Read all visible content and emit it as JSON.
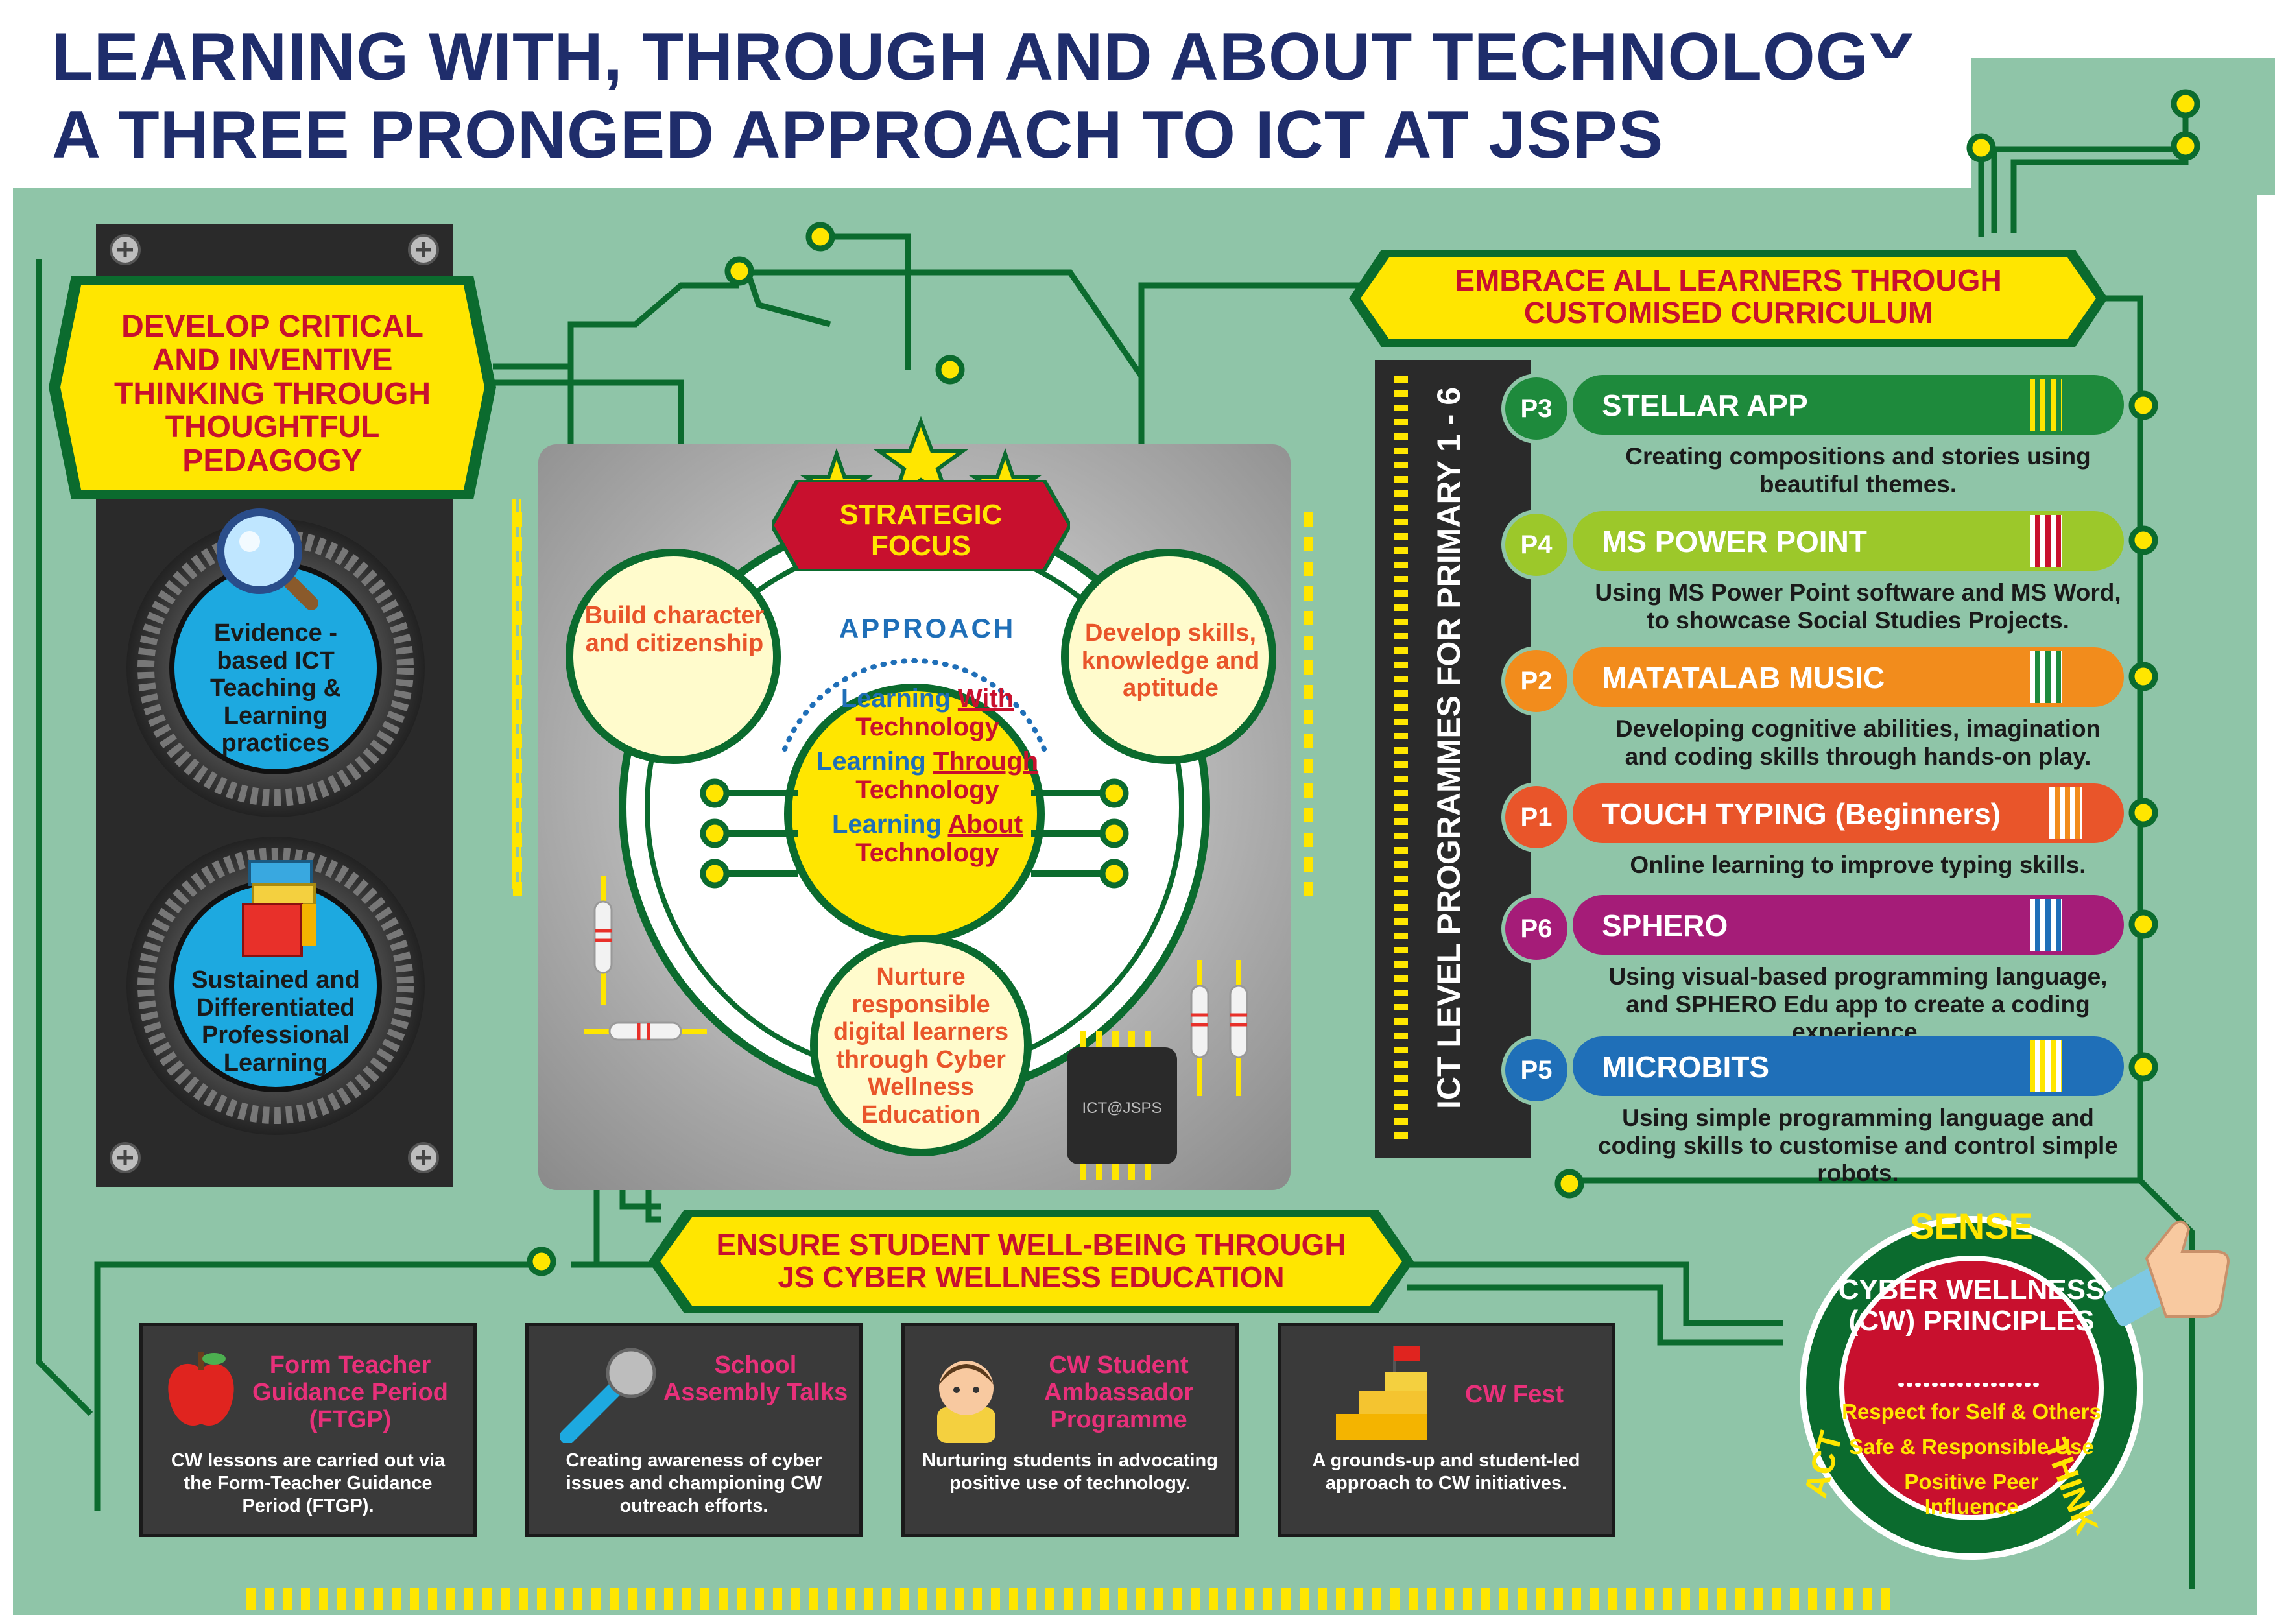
{
  "title": {
    "line1": "LEARNING WITH, THROUGH AND ABOUT TECHNOLOGY,",
    "line2": "A THREE PRONGED APPROACH TO ICT AT JSPS"
  },
  "left_banner": {
    "text": "DEVELOP CRITICAL AND INVENTIVE THINKING THROUGH THOUGHTFUL PEDAGOGY"
  },
  "left_items": [
    {
      "label": "Evidence -based ICT Teaching & Learning practices",
      "icon": "magnifier-icon"
    },
    {
      "label": "Sustained and Differentiated Professional Learning",
      "icon": "books-icon"
    }
  ],
  "center": {
    "strategic_focus": "STRATEGIC FOCUS",
    "approach_label": "APPROACH",
    "approach": [
      {
        "prefix": "Learning",
        "keyword": "With",
        "suffix": "Technology"
      },
      {
        "prefix": "Learning",
        "keyword": "Through",
        "suffix": "Technology"
      },
      {
        "prefix": "Learning",
        "keyword": "About",
        "suffix": "Technology"
      }
    ],
    "focus_left": "Build character and citizenship",
    "focus_right": "Develop skills, knowledge and aptitude",
    "focus_bottom": "Nurture responsible digital learners through Cyber Wellness Education",
    "chip_label": "ICT@JSPS"
  },
  "right_banner": {
    "text": "EMBRACE ALL LEARNERS THROUGH CUSTOMISED CURRICULUM"
  },
  "ict_vertical_label": "ICT LEVEL PROGRAMMES FOR PRIMARY 1 - 6",
  "programmes": [
    {
      "level": "P3",
      "name": "STELLAR APP",
      "color": "#1e8a3c",
      "desc": "Creating compositions and stories using beautiful themes."
    },
    {
      "level": "P4",
      "name": "MS POWER POINT",
      "color": "#9cc82a",
      "desc": "Using MS Power Point software and MS Word, to showcase Social Studies Projects."
    },
    {
      "level": "P2",
      "name": "MATATALAB MUSIC",
      "color": "#f28c1c",
      "desc": "Developing cognitive abilities, imagination and coding skills through hands-on play."
    },
    {
      "level": "P1",
      "name": "TOUCH TYPING (Beginners)",
      "color": "#e9552a",
      "desc": "Online learning to improve typing skills."
    },
    {
      "level": "P6",
      "name": "SPHERO",
      "color": "#a51c78",
      "desc": "Using visual-based programming language, and SPHERO Edu app to create a coding experience."
    },
    {
      "level": "P5",
      "name": "MICROBITS",
      "color": "#1f6fb8",
      "desc": "Using simple programming language and coding skills to customise and control simple robots."
    }
  ],
  "bottom_banner": {
    "text": "ENSURE STUDENT WELL-BEING THROUGH JS CYBER WELLNESS EDUCATION"
  },
  "cards": [
    {
      "title": "Form Teacher Guidance Period (FTGP)",
      "desc": "CW lessons are carried out via the Form-Teacher Guidance Period (FTGP).",
      "icon": "apple-icon"
    },
    {
      "title": "School Assembly Talks",
      "desc": "Creating awareness of cyber issues and championing CW outreach efforts.",
      "icon": "microphone-icon"
    },
    {
      "title": "CW Student Ambassador Programme",
      "desc": "Nurturing students in advocating positive use of technology.",
      "icon": "student-icon"
    },
    {
      "title": "CW Fest",
      "desc": "A grounds-up and student-led approach to CW initiatives.",
      "icon": "stairs-flag-icon"
    }
  ],
  "cw": {
    "sense": "SENSE",
    "think": "THINK",
    "act": "ACT",
    "title": "CYBER WELLNESS (CW) PRINCIPLES",
    "principles": [
      "Respect for Self & Others",
      "Safe & Responsible Use",
      "Positive Peer Influence"
    ]
  },
  "colors": {
    "navy": "#1f2d6b",
    "board": "#8fc5a8",
    "trace": "#0b6b2e",
    "yellow": "#ffe600",
    "red": "#c8102e",
    "pink": "#e8307a"
  }
}
